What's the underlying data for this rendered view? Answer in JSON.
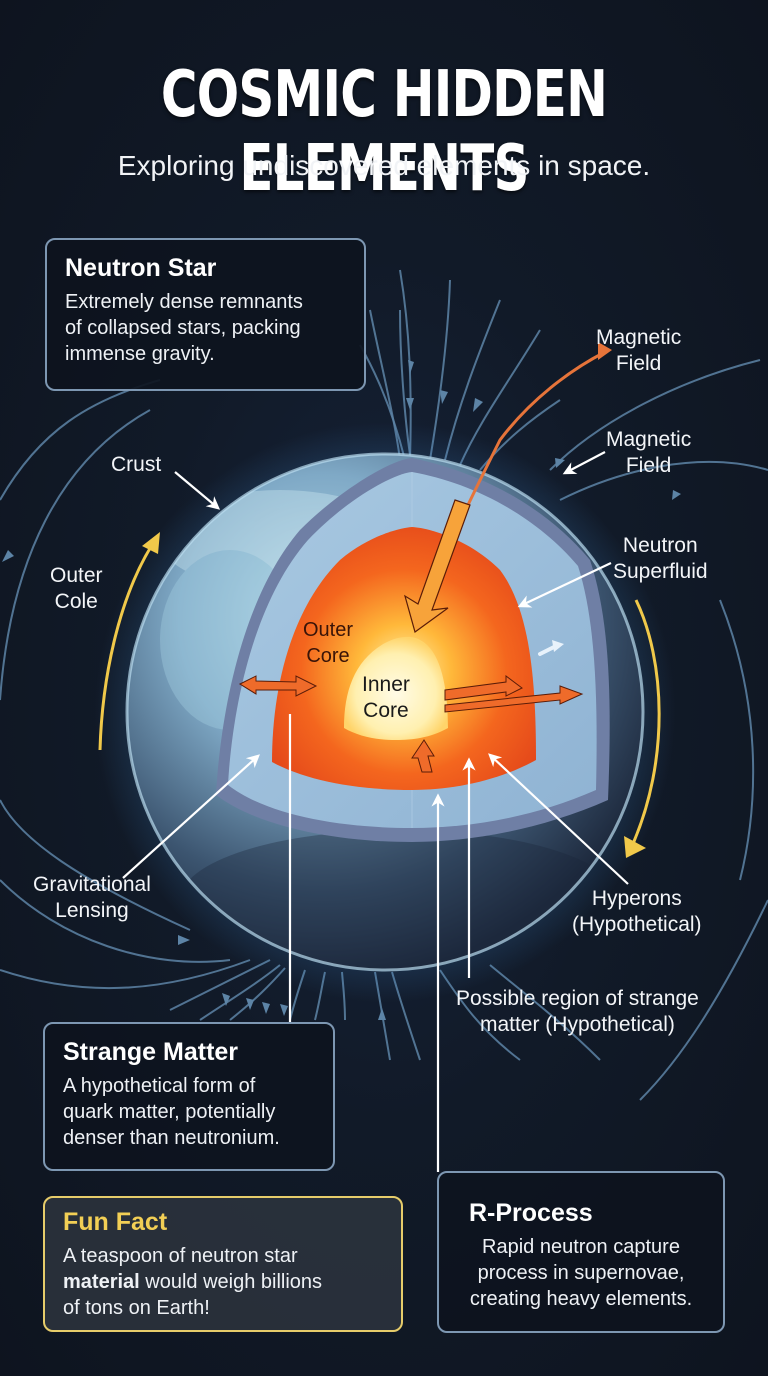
{
  "header": {
    "title": "COSMIC HIDDEN ELEMENTS",
    "subtitle": "Exploring undiscovered elements in space."
  },
  "cards": {
    "neutron_star": {
      "title": "Neutron Star",
      "lines": [
        "Extremely dense remnants",
        "of collapsed stars, packing",
        "immense gravity."
      ]
    },
    "strange_matter": {
      "title": "Strange Matter",
      "lines": [
        "A hypothetical form of",
        "quark matter, potentially",
        "denser than neutronium."
      ]
    },
    "fun_fact": {
      "title": "Fun Fact",
      "line1": "A teaspoon of neutron star",
      "bold_word": "material",
      "line2_rest": " would weigh billions",
      "line3": "of tons on Earth!"
    },
    "r_process": {
      "title": "R-Process",
      "lines": [
        "Rapid neutron capture",
        "process in supernovae,",
        "creating heavy elements."
      ]
    }
  },
  "diagram_labels": {
    "magnetic_field_1": [
      "Magnetic",
      "Field"
    ],
    "magnetic_field_2": [
      "Magnetic",
      "Field"
    ],
    "crust": "Crust",
    "outer_cole": [
      "Outer",
      "Cole"
    ],
    "neutron_superfluid": [
      "Neutron",
      "Superfluid"
    ],
    "outer_core": [
      "Outer",
      "Core"
    ],
    "inner_core": [
      "Inner",
      "Core"
    ],
    "gravitational_lensing": [
      "Gravitational",
      "Lensing"
    ],
    "hyperons": [
      "Hyperons",
      "(Hypothetical)"
    ],
    "strange_region": [
      "Possible region of strange",
      "matter  (Hypothetical)"
    ]
  },
  "colors": {
    "background": "#0f1520",
    "card_border": "#7d97b2",
    "fun_fact_border": "#e6cc6a",
    "fun_fact_title": "#f2cf55",
    "field_line": "#5d84a6",
    "core_orange": "#f2601e",
    "inner_core": "#fff6c8",
    "crust_blue": "#8fbcd9",
    "yellow_arrow": "#f1c94a",
    "magnetic_orange": "#e6743a"
  }
}
